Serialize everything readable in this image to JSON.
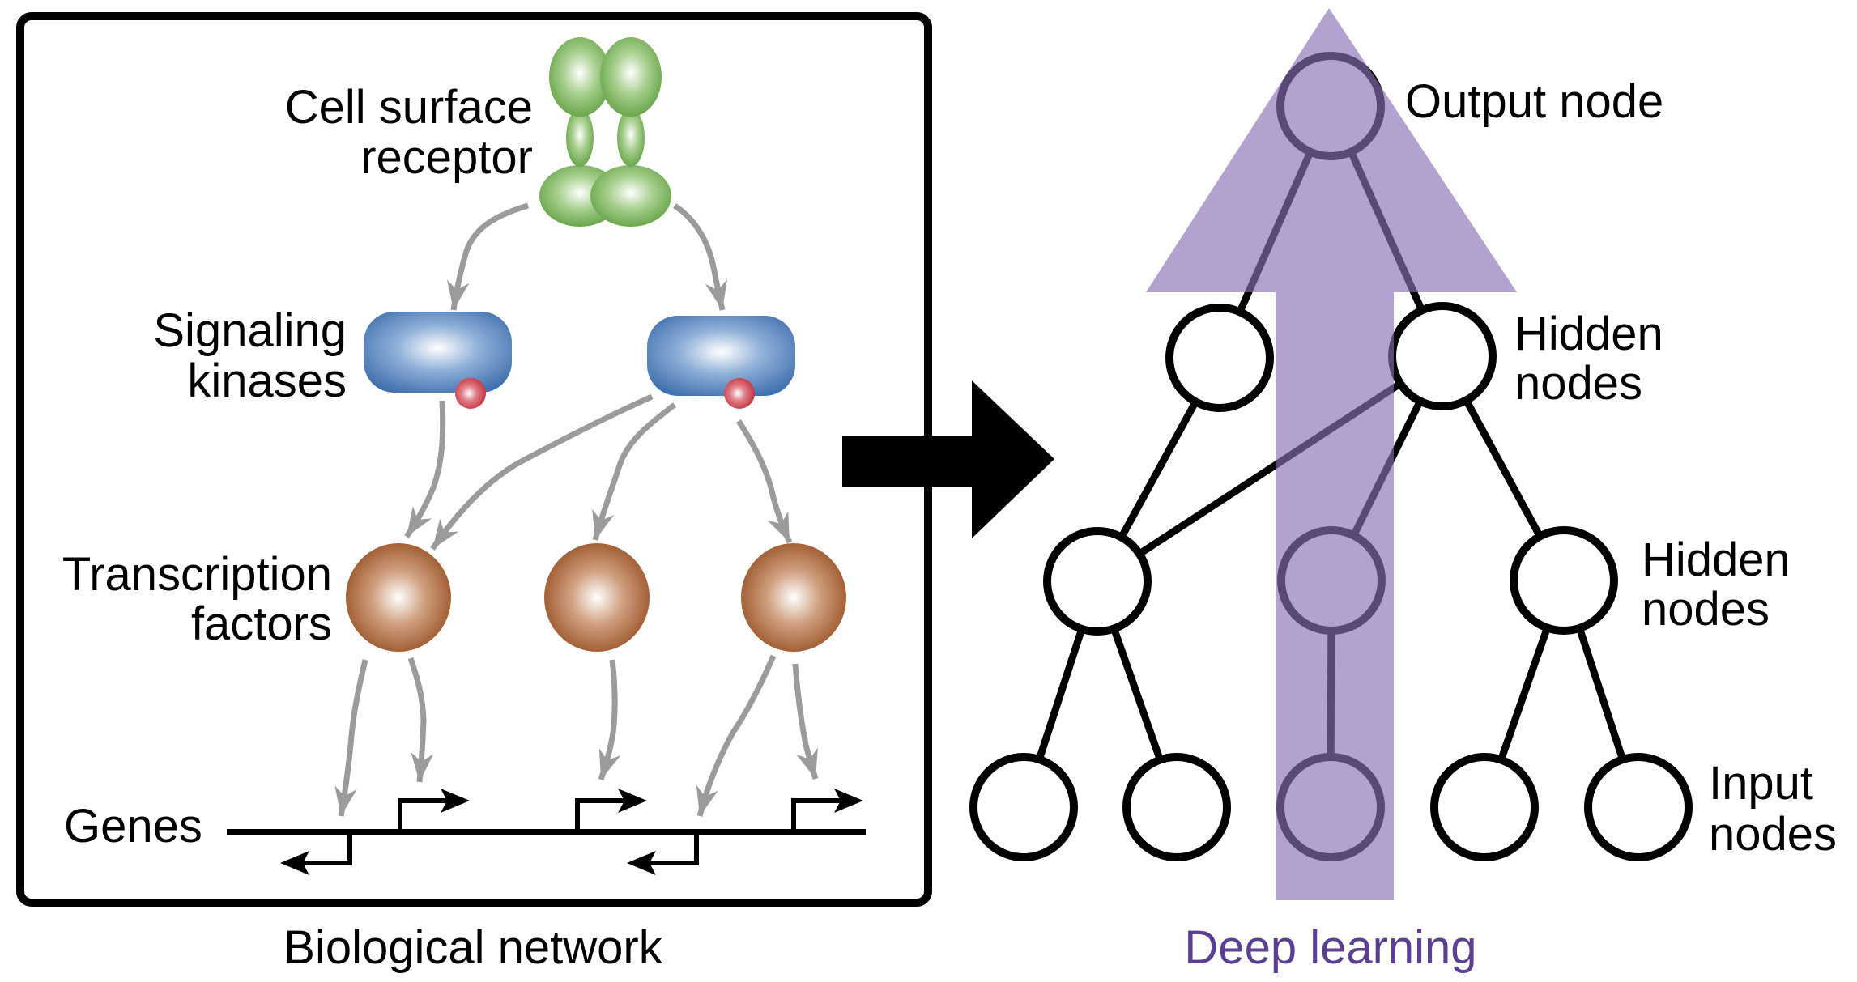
{
  "figure": {
    "left_panel": {
      "caption": "Biological network",
      "labels": {
        "receptor_line1": "Cell surface",
        "receptor_line2": "receptor",
        "kinases_line1": "Signaling",
        "kinases_line2": "kinases",
        "tf_line1": "Transcription",
        "tf_line2": "factors",
        "genes": "Genes"
      },
      "components": {
        "receptor_count": 1,
        "kinase_count": 2,
        "transcription_factor_count": 3,
        "forward_promoter_count": 3,
        "reverse_promoter_count": 2
      },
      "edges": [
        {
          "from": "receptor",
          "to": "kinase-1"
        },
        {
          "from": "receptor",
          "to": "kinase-2"
        },
        {
          "from": "kinase-1",
          "to": "tf-1"
        },
        {
          "from": "kinase-2",
          "to": "tf-1"
        },
        {
          "from": "kinase-2",
          "to": "tf-2"
        },
        {
          "from": "kinase-2",
          "to": "tf-3"
        },
        {
          "from": "tf-1",
          "to": "reverse-promoter-1"
        },
        {
          "from": "tf-1",
          "to": "forward-promoter-1"
        },
        {
          "from": "tf-2",
          "to": "forward-promoter-2"
        },
        {
          "from": "tf-3",
          "to": "reverse-promoter-2"
        },
        {
          "from": "tf-3",
          "to": "forward-promoter-3"
        }
      ]
    },
    "transition_arrow": "right-arrow-icon",
    "right_panel": {
      "caption": "Deep learning",
      "labels": {
        "output": "Output node",
        "hidden1_line1": "Hidden",
        "hidden1_line2": "nodes",
        "hidden2_line1": "Hidden",
        "hidden2_line2": "nodes",
        "input_line1": "Input",
        "input_line2": "nodes"
      },
      "layers": [
        {
          "name": "input",
          "nodes": [
            "i1",
            "i2",
            "i3",
            "i4",
            "i5"
          ]
        },
        {
          "name": "hidden-2",
          "nodes": [
            "h2a",
            "h2b",
            "h2c"
          ]
        },
        {
          "name": "hidden-1",
          "nodes": [
            "h1a",
            "h1b"
          ]
        },
        {
          "name": "output",
          "nodes": [
            "o"
          ]
        }
      ],
      "edges": [
        [
          "o",
          "h1a"
        ],
        [
          "o",
          "h1b"
        ],
        [
          "h1a",
          "h2a"
        ],
        [
          "h1b",
          "h2a"
        ],
        [
          "h1b",
          "h2b"
        ],
        [
          "h1b",
          "h2c"
        ],
        [
          "h2a",
          "i1"
        ],
        [
          "h2a",
          "i2"
        ],
        [
          "h2b",
          "i3"
        ],
        [
          "h2c",
          "i4"
        ],
        [
          "h2c",
          "i5"
        ]
      ],
      "highlighted_path": [
        "i3",
        "h2b",
        "h1b",
        "o"
      ]
    },
    "colors": {
      "receptor_green": "#6aaa4a",
      "kinase_blue": "#4a78b4",
      "phospho_red": "#c8323c",
      "tf_brown": "#a05a30",
      "signal_gray": "#9b9b9b",
      "deep_learning_purple": "#b3a3cc",
      "caption_purple": "#5b3f93"
    }
  }
}
